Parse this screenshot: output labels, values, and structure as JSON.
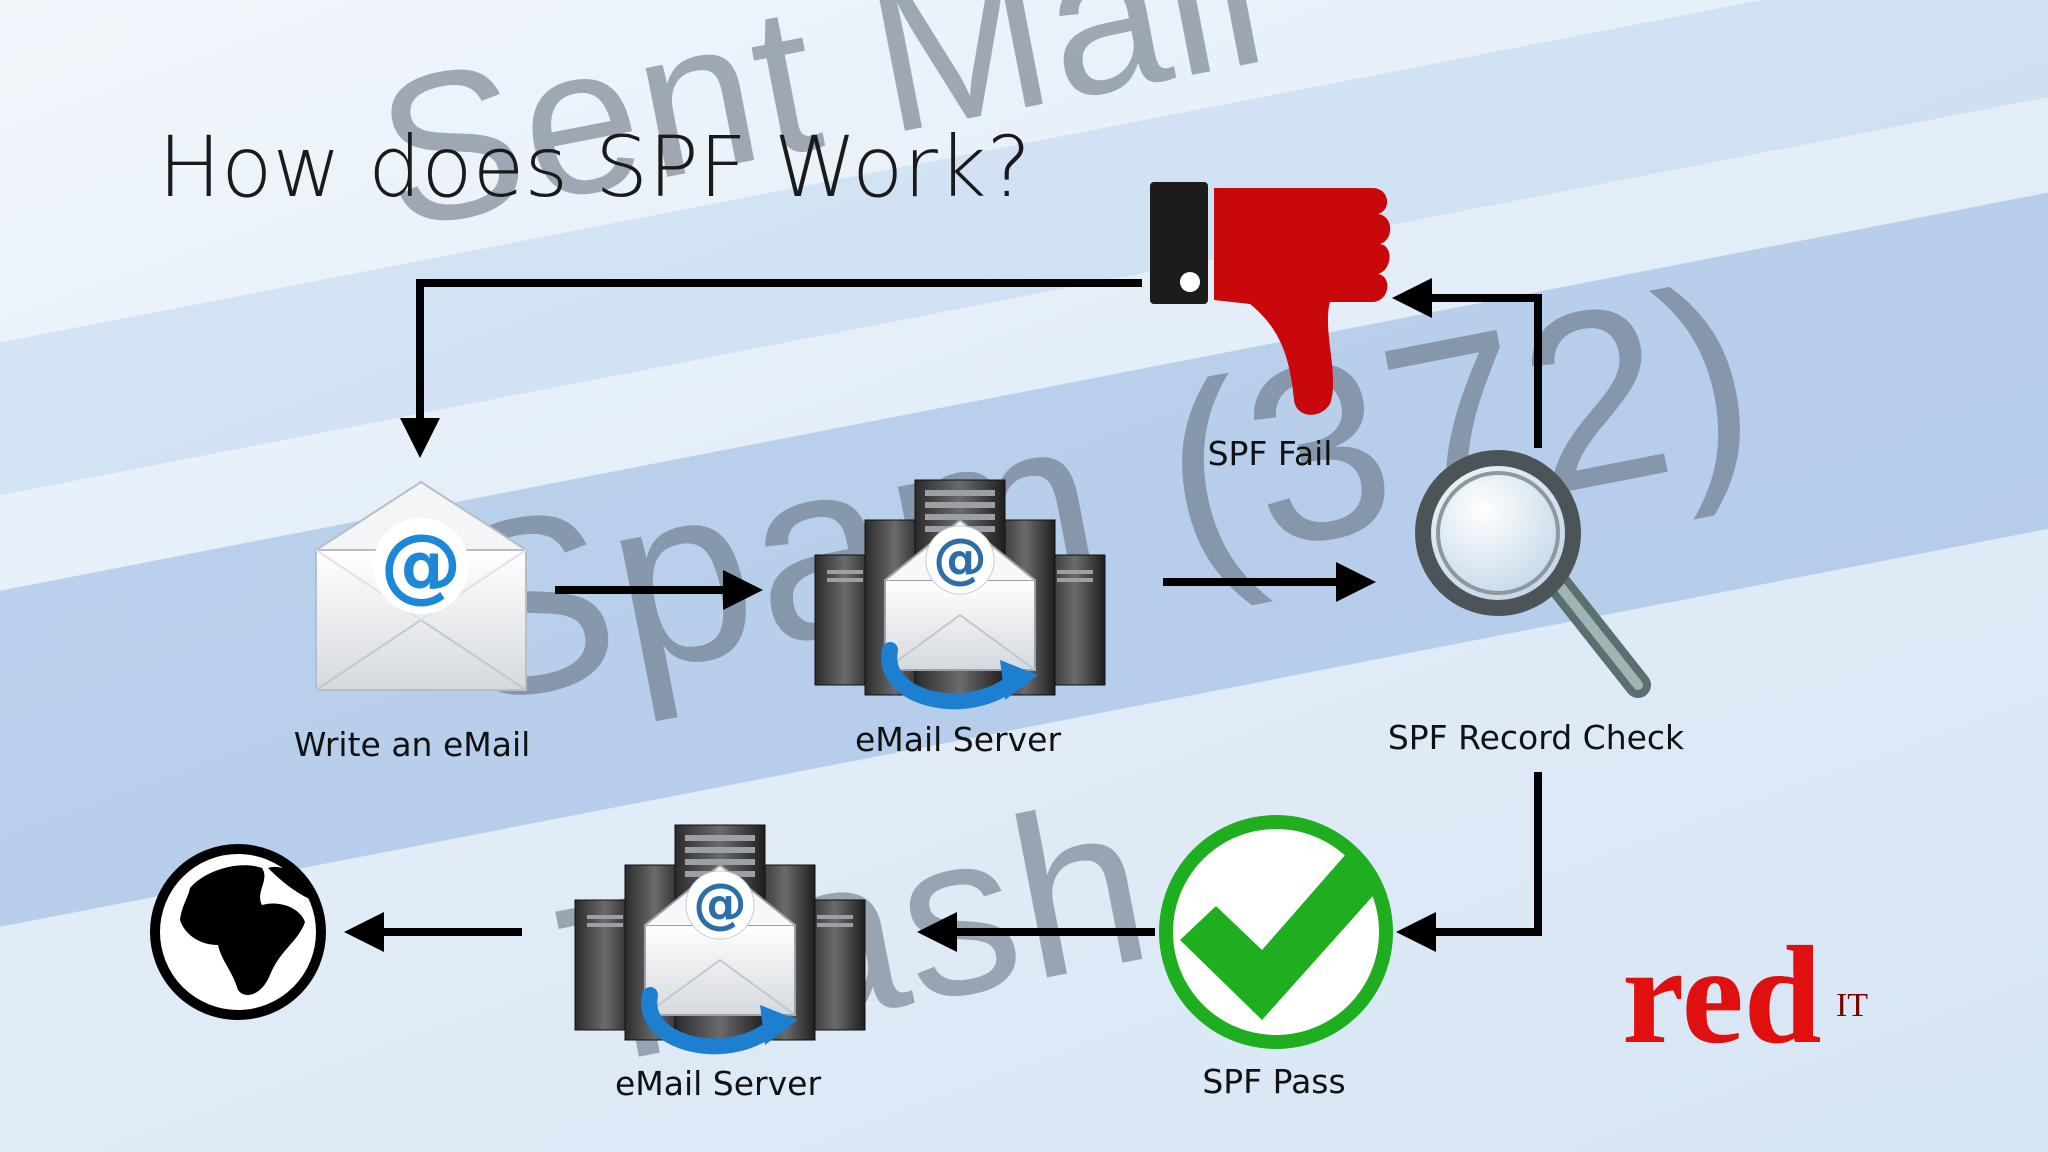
{
  "slide": {
    "title": "How does SPF Work?",
    "background_words": [
      "Sent Mail",
      "Spam (372)",
      "Trash"
    ]
  },
  "nodes": {
    "write_email": {
      "label": "Write an eMail",
      "icon": "envelope-at-icon"
    },
    "email_server_1": {
      "label": "eMail Server",
      "icon": "email-server-icon"
    },
    "spf_record_check": {
      "label": "SPF Record Check",
      "icon": "magnifier-icon"
    },
    "spf_fail": {
      "label": "SPF Fail",
      "icon": "thumbs-down-icon"
    },
    "spf_pass": {
      "label": "SPF Pass",
      "icon": "check-circle-icon"
    },
    "email_server_2": {
      "label": "eMail Server",
      "icon": "email-server-icon"
    },
    "internet": {
      "icon": "globe-icon"
    }
  },
  "logo": {
    "text": "red",
    "subtext": "IT"
  },
  "colors": {
    "fail": "#c8080a",
    "pass": "#1fae1f",
    "email_blue": "#1e88d8",
    "logo_red": "#e01010",
    "arrow": "#000000"
  }
}
